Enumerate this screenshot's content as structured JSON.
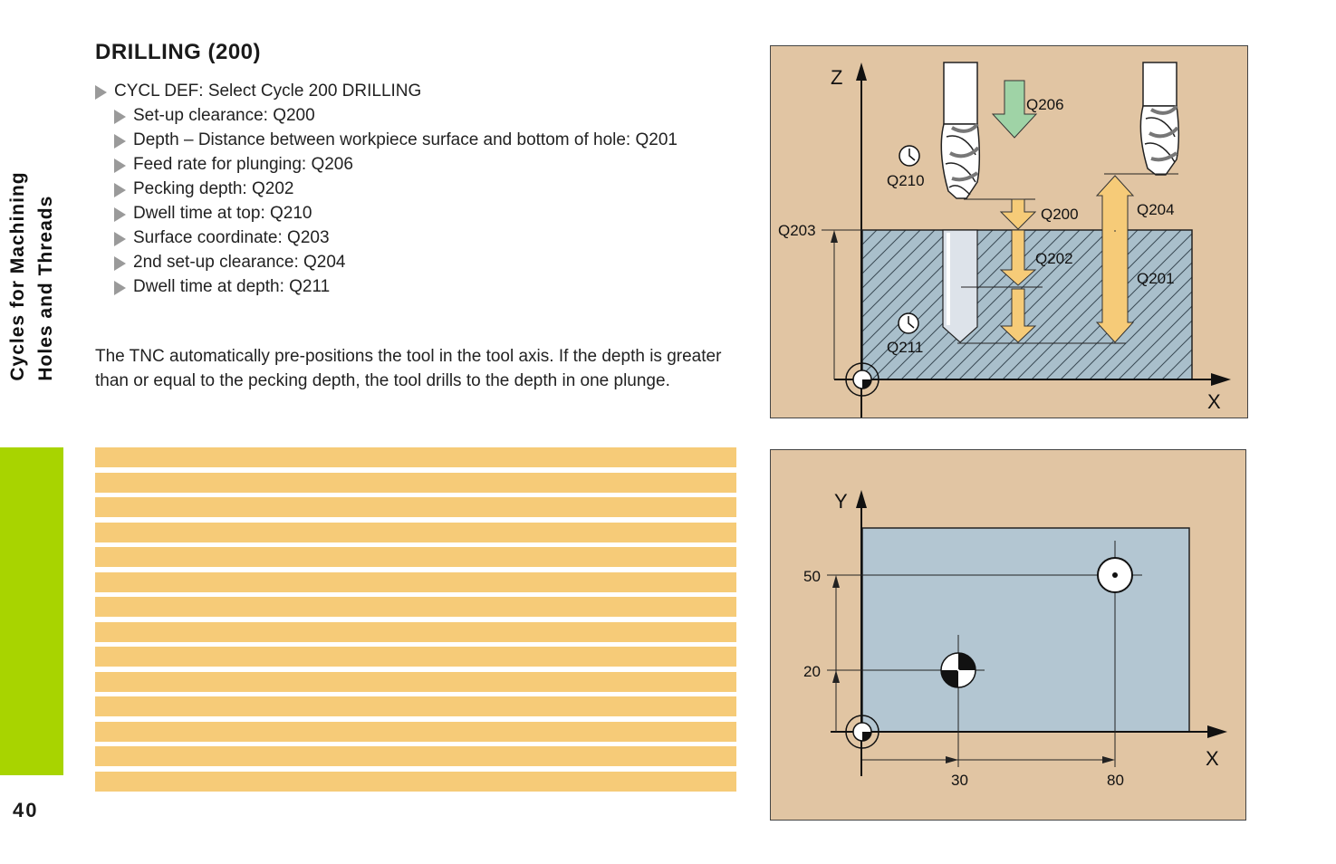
{
  "sidebar": {
    "title_line1": "Cycles for Machining",
    "title_line2": "Holes and Threads",
    "accent_color": "#a8d400"
  },
  "page_number": "40",
  "heading": "DRILLING (200)",
  "steps": [
    {
      "text": "CYCL DEF: Select Cycle 200 DRILLING",
      "level": 0
    },
    {
      "text": "Set-up clearance: Q200",
      "level": 1
    },
    {
      "text": "Depth – Distance between workpiece surface and bottom of hole: Q201",
      "level": 1
    },
    {
      "text": "Feed rate for plunging: Q206",
      "level": 1
    },
    {
      "text": "Pecking depth: Q202",
      "level": 1
    },
    {
      "text": "Dwell time at top: Q210",
      "level": 1
    },
    {
      "text": "Surface coordinate: Q203",
      "level": 1
    },
    {
      "text": "2nd set-up clearance: Q204",
      "level": 1
    },
    {
      "text": "Dwell time at depth: Q211",
      "level": 1
    }
  ],
  "paragraph": "The TNC automatically pre-positions the tool in the tool axis. If the depth is greater than or equal to the pecking depth, the tool drills to the depth in one plunge.",
  "program_block": {
    "row_count": 14,
    "color": "#f6cb78"
  },
  "figure_side": {
    "axis_z": "Z",
    "axis_x": "X",
    "labels": {
      "q206": "Q206",
      "q210": "Q210",
      "q200": "Q200",
      "q204": "Q204",
      "q203": "Q203",
      "q202": "Q202",
      "q201": "Q201",
      "q211": "Q211"
    },
    "colors": {
      "background": "#e1c5a3",
      "workpiece": "#a9bfcb",
      "arrow": "#f6cb78",
      "feed_arrow": "#9fd3a6"
    }
  },
  "figure_top": {
    "axis_y": "Y",
    "axis_x": "X",
    "ticks": {
      "y50": "50",
      "y20": "20",
      "x30": "30",
      "x80": "80"
    },
    "colors": {
      "background": "#e1c5a3",
      "workpiece": "#b3c6d2"
    }
  }
}
